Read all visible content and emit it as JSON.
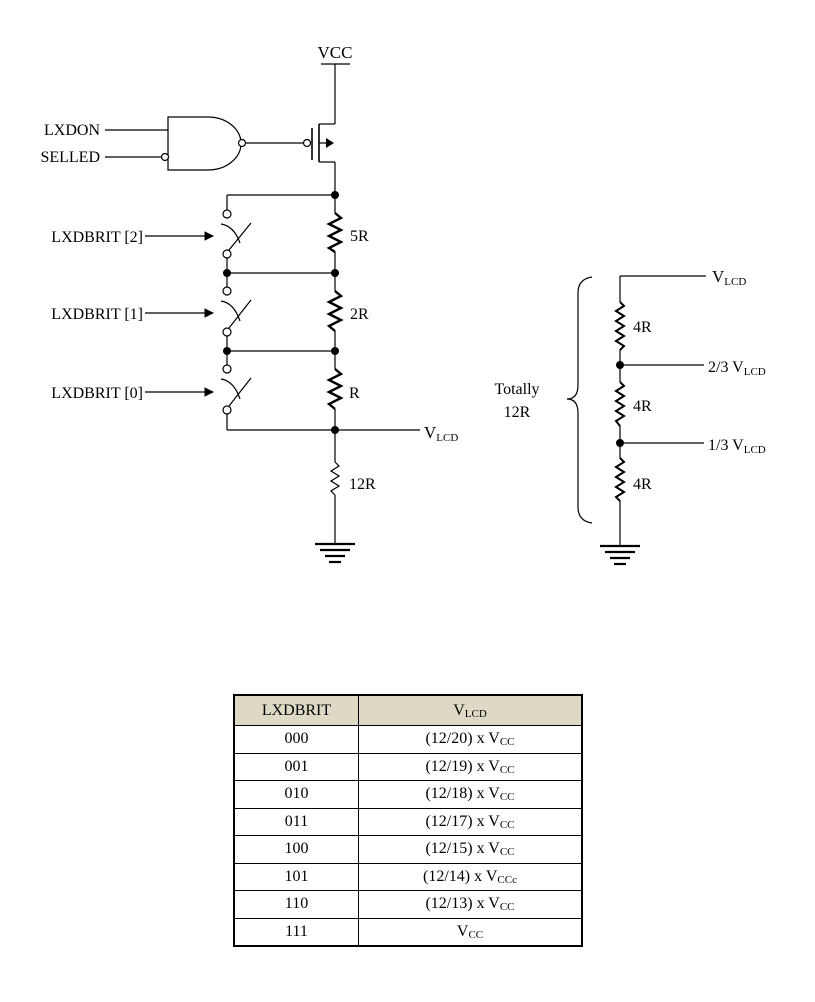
{
  "left_circuit": {
    "vcc": "VCC",
    "lxdon": "LXDON",
    "selled": "SELLED",
    "brit2": "LXDBRIT [2]",
    "brit1": "LXDBRIT [1]",
    "brit0": "LXDBRIT [0]",
    "r5": "5R",
    "r2": "2R",
    "r1": "R",
    "r12": "12R",
    "vlcd_v": "V",
    "vlcd_sub": "LCD"
  },
  "right_circuit": {
    "totally": "Totally",
    "total_r": "12R",
    "top_v": "V",
    "top_sub": "LCD",
    "mid_prefix": "2/3 V",
    "mid_sub": "LCD",
    "low_prefix": "1/3 V",
    "low_sub": "LCD",
    "r_top": "4R",
    "r_mid": "4R",
    "r_bot": "4R"
  },
  "table": {
    "header_1": "LXDBRIT",
    "header_2_v": "V",
    "header_2_sub": "LCD",
    "rows": [
      {
        "code": "000",
        "expr": "(12/20) x V",
        "sub": "CC"
      },
      {
        "code": "001",
        "expr": "(12/19) x V",
        "sub": "CC"
      },
      {
        "code": "010",
        "expr": "(12/18) x V",
        "sub": "CC"
      },
      {
        "code": "011",
        "expr": "(12/17) x V",
        "sub": "CC"
      },
      {
        "code": "100",
        "expr": "(12/15) x V",
        "sub": "CC"
      },
      {
        "code": "101",
        "expr": "(12/14) x V",
        "sub": "CCc"
      },
      {
        "code": "110",
        "expr": "(12/13) x V",
        "sub": "CC"
      },
      {
        "code": "111",
        "expr": "V",
        "sub": "CC"
      }
    ]
  }
}
